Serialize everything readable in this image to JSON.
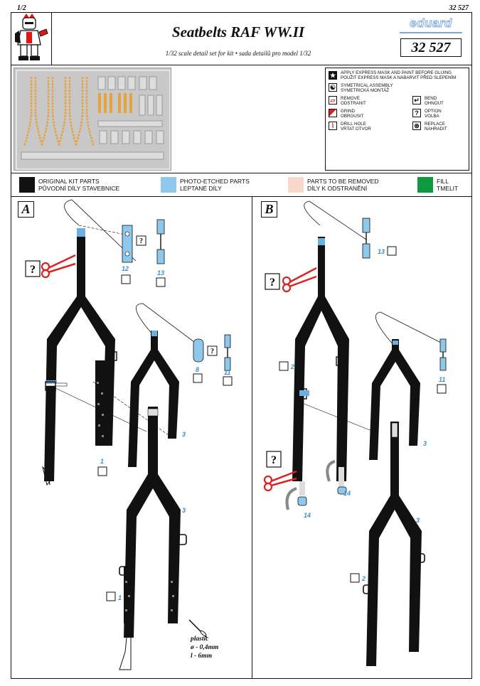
{
  "header": {
    "page": "1/2",
    "code_top": "32 527",
    "title": "Seatbelts RAF WW.II",
    "subtitle": "1/32 scale detail set for kit • sada detailů pro model 1/32",
    "brand": "eduard",
    "code": "32 527"
  },
  "legend": {
    "mask": "APPLY EXPRESS MASK AND PAINT BEFORE GLUING\nPOUŽIT EXPRESS MASK A NABARVIT PŘED SLEPENÍM",
    "symmetrical": "SYMETRICAL ASSEMBLY\nSYMETRICKÁ MONTÁŽ",
    "remove": "REMOVE\nODSTRANIT",
    "bend": "BEND\nOHNOUT",
    "grind": "GRIND\nOBROUSIT",
    "option": "OPTION\nVOLBA",
    "drill": "DRILL HOLE\nVRTAT OTVOR",
    "replace": "REPLACE\nNAHRADIT"
  },
  "colors_key": [
    {
      "label": "ORIGINAL KIT PARTS\nPŮVODNÍ DÍLY STAVEBNICE",
      "color": "#111111"
    },
    {
      "label": "PHOTO-ETCHED PARTS\nLEPTANÉ DÍLY",
      "color": "#8ec8ea"
    },
    {
      "label": "PARTS TO BE REMOVED\nDÍLY K ODSTRANĚNÍ",
      "color": "#f8d8c8"
    },
    {
      "label": "FILL\nTMELIT",
      "color": "#0d9a40"
    }
  ],
  "sections": {
    "a": {
      "label": "A",
      "q": "?",
      "parts": [
        "12",
        "13",
        "8",
        "11",
        "3",
        "1",
        "3",
        "1"
      ],
      "note": "plastic\nø - 0,4mm\nl - 6mm"
    },
    "b": {
      "label": "B",
      "q": "?",
      "parts": [
        "13",
        "2",
        "11",
        "3",
        "14",
        "14",
        "3",
        "2"
      ]
    }
  }
}
